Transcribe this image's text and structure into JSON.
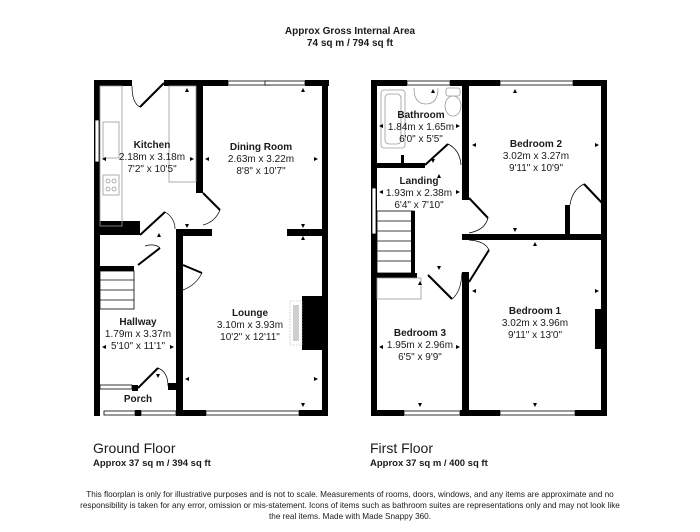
{
  "header": {
    "title": "Approx Gross Internal Area",
    "area": "74 sq m / 794 sq ft"
  },
  "floors": [
    {
      "title": "Ground Floor",
      "area": "Approx 37 sq m / 394 sq ft",
      "rooms": [
        {
          "name": "Kitchen",
          "metric": "2.18m x 3.18m",
          "imperial": "7'2\" x 10'5\""
        },
        {
          "name": "Dining Room",
          "metric": "2.63m x 3.22m",
          "imperial": "8'8\" x 10'7\""
        },
        {
          "name": "Hallway",
          "metric": "1.79m x 3.37m",
          "imperial": "5'10\" x 11'1\""
        },
        {
          "name": "Lounge",
          "metric": "3.10m x 3.93m",
          "imperial": "10'2\" x 12'11\""
        },
        {
          "name": "Porch"
        }
      ]
    },
    {
      "title": "First Floor",
      "area": "Approx 37 sq m / 400 sq ft",
      "rooms": [
        {
          "name": "Bathroom",
          "metric": "1.84m x 1.65m",
          "imperial": "6'0\" x 5'5\""
        },
        {
          "name": "Bedroom 2",
          "metric": "3.02m x 3.27m",
          "imperial": "9'11\" x 10'9\""
        },
        {
          "name": "Landing",
          "metric": "1.93m x 2.38m",
          "imperial": "6'4\" x 7'10\""
        },
        {
          "name": "Bedroom 3",
          "metric": "1.95m x 2.96m",
          "imperial": "6'5\" x 9'9\""
        },
        {
          "name": "Bedroom 1",
          "metric": "3.02m x 3.96m",
          "imperial": "9'11\" x 13'0\""
        }
      ]
    }
  ],
  "disclaimer": "This floorplan is only for illustrative purposes and is not to scale. Measurements of rooms, doors, windows, and any items are approximate and no responsibility is taken for any error, omission or mis-statement. Icons of items such as bathroom suites are representations only and may not look like the real items. Made with Made Snappy 360.",
  "colors": {
    "wall": "#000000",
    "fixture": "#9a9a9a",
    "text": "#1a1a1a",
    "background": "#ffffff"
  }
}
